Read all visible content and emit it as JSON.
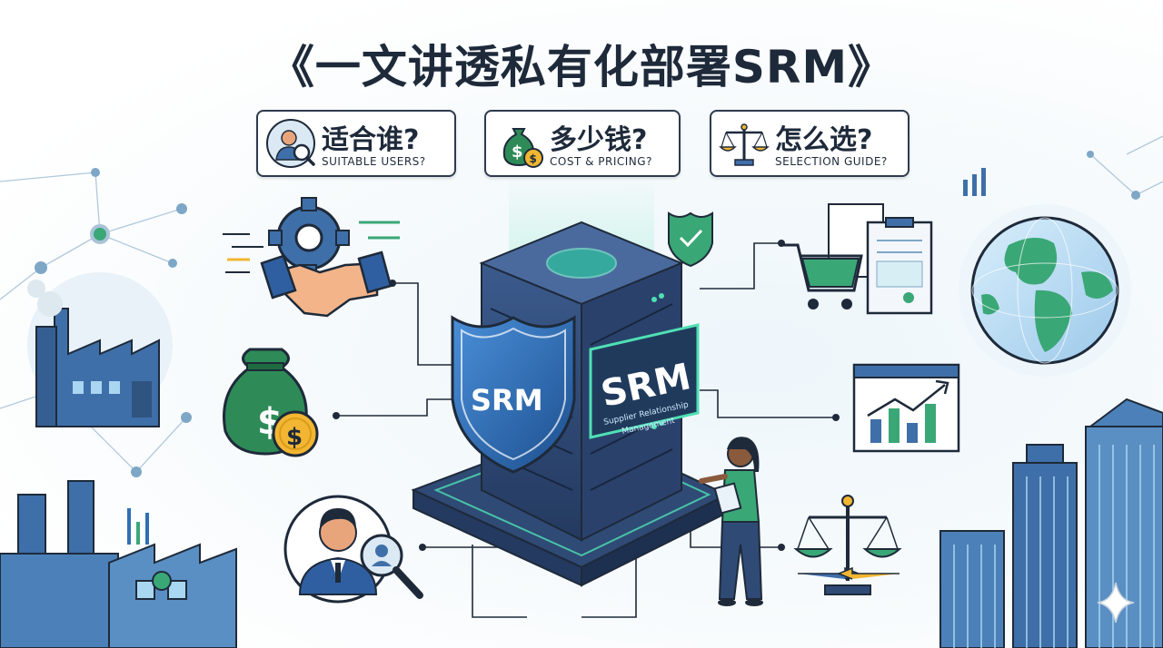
{
  "title": "《一文讲透私有化部署SRM》",
  "questions": [
    {
      "main": "适合谁?",
      "sub": "SUITABLE USERS?",
      "icon": "user-search-icon"
    },
    {
      "main": "多少钱?",
      "sub": "COST & PRICING?",
      "icon": "money-bag-icon"
    },
    {
      "main": "怎么选?",
      "sub": "SELECTION GUIDE?",
      "icon": "balance-scale-icon"
    }
  ],
  "server": {
    "shield_label": "SRM",
    "panel_title": "SRM",
    "panel_subtitle_line1": "Supplier Relationship",
    "panel_subtitle_line2": "Management"
  },
  "colors": {
    "navy": "#1e2a3a",
    "blue": "#2f6fb5",
    "green": "#3aa776",
    "teal": "#2ec4a0",
    "gold": "#f2b632",
    "money_green": "#2e8b57"
  }
}
